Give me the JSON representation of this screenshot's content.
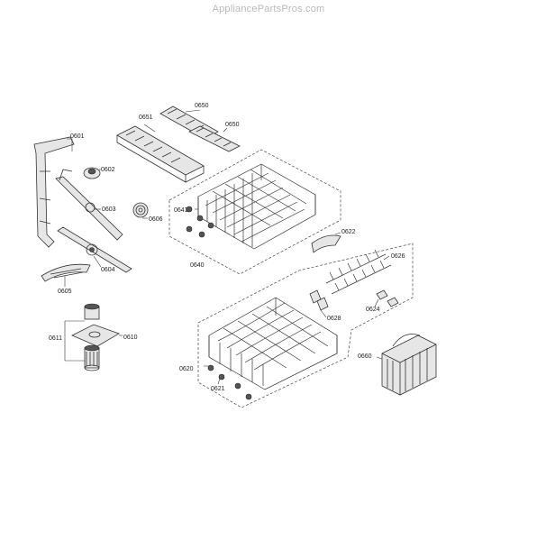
{
  "watermark": "AppliancePartsPros.com",
  "callouts": {
    "p0601": "0601",
    "p0602": "0602",
    "p0603": "0603",
    "p0604": "0604",
    "p0605": "0605",
    "p0606": "0606",
    "p0610": "0610",
    "p0611": "0611",
    "p0620": "0620",
    "p0621": "0621",
    "p0622": "0622",
    "p0624": "0624",
    "p0626": "0626",
    "p0628": "0628",
    "p0640": "0640",
    "p0641": "0641",
    "p0650a": "0650",
    "p0650b": "0650",
    "p0651": "0651",
    "p0660": "0660"
  }
}
